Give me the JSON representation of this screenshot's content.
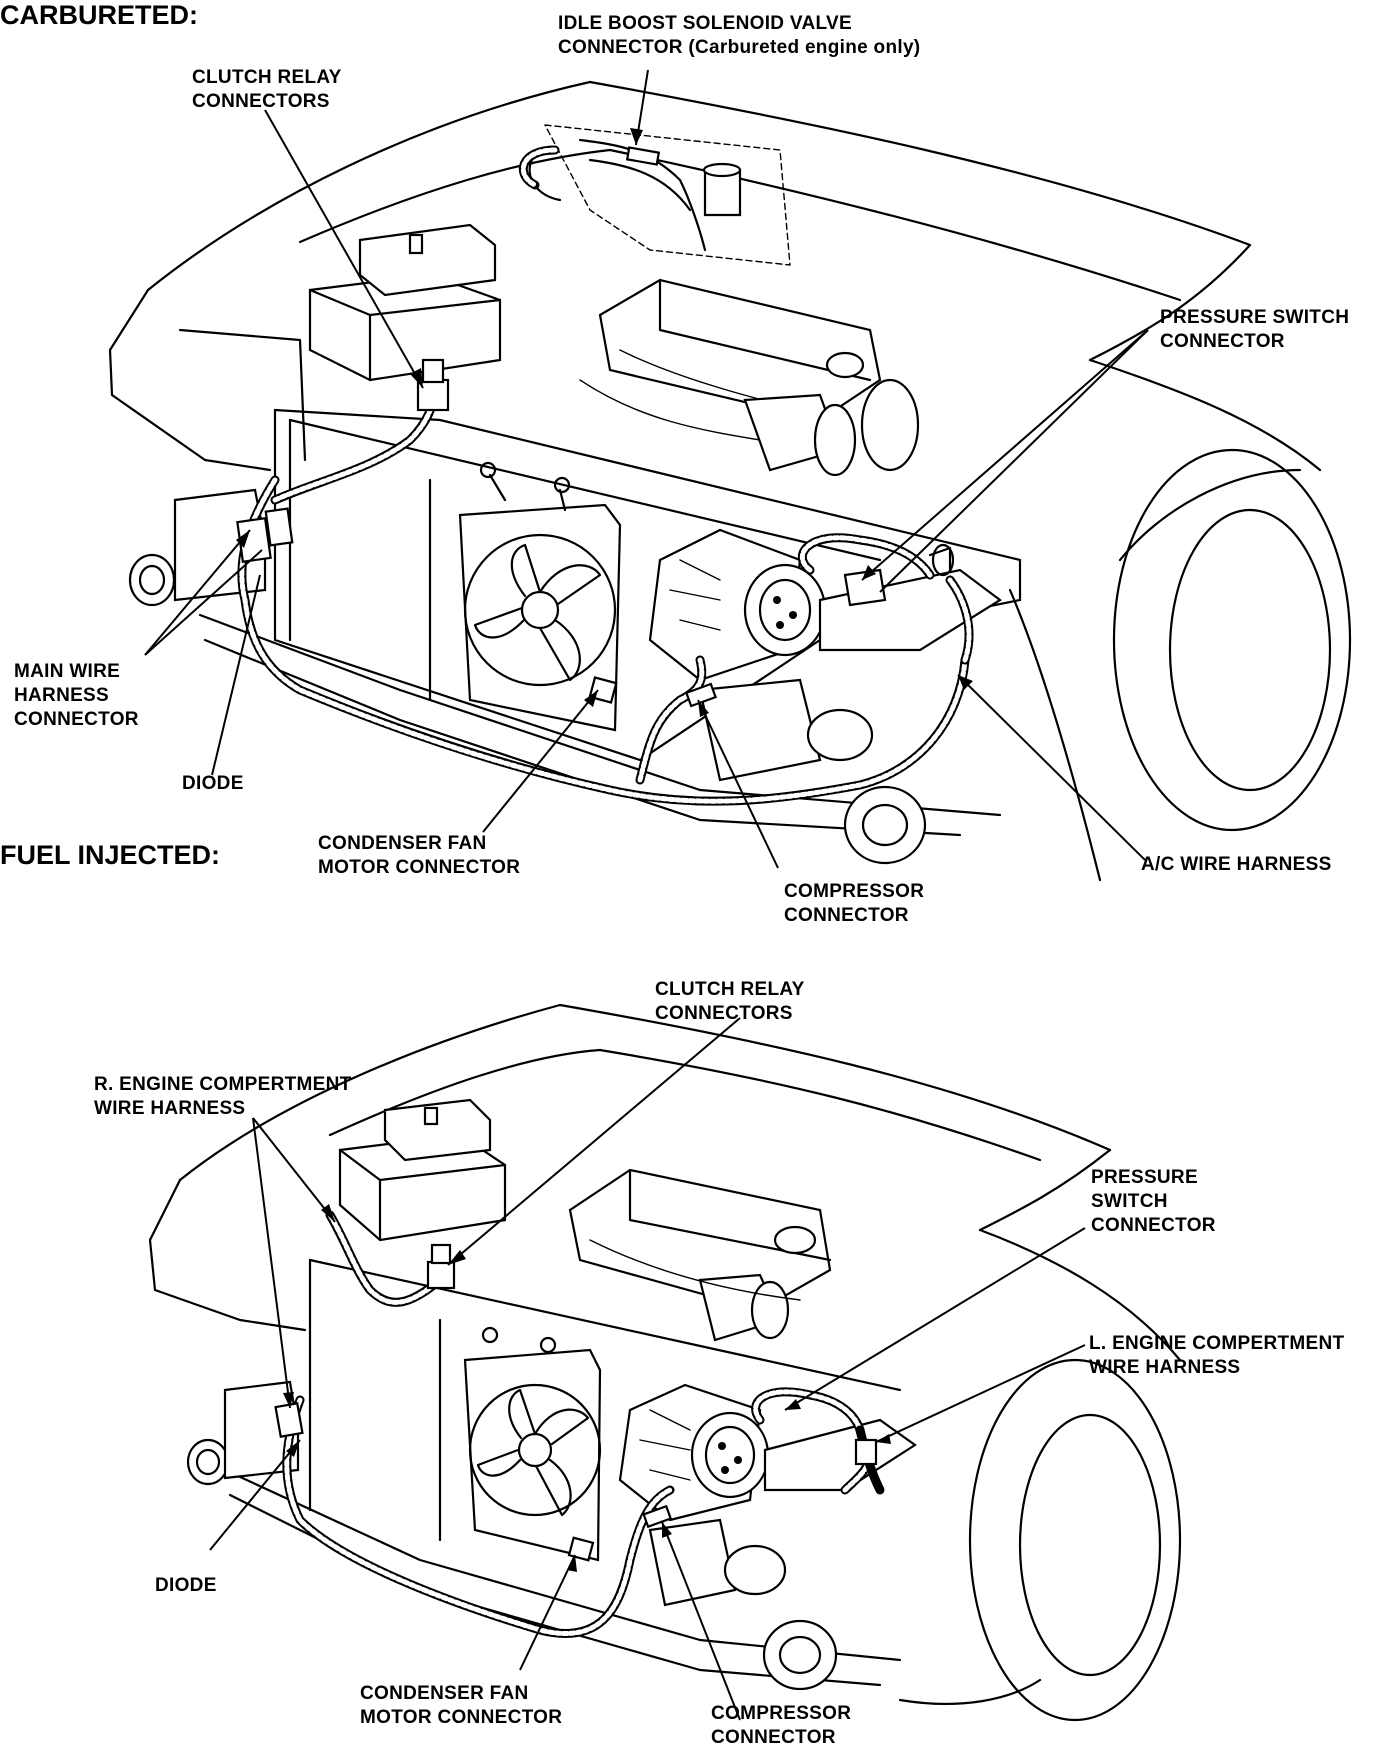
{
  "sections": {
    "carbureted": "CARBURETED:",
    "fuel_injected": "FUEL INJECTED:"
  },
  "top": {
    "idle_boost": [
      "IDLE BOOST SOLENOID VALVE",
      "CONNECTOR (Carbureted engine only)"
    ],
    "clutch_relay": [
      "CLUTCH RELAY",
      "CONNECTORS"
    ],
    "pressure_switch": [
      "PRESSURE SWITCH",
      "CONNECTOR"
    ],
    "main_wire": [
      "MAIN WIRE",
      "HARNESS",
      "CONNECTOR"
    ],
    "diode": "DIODE",
    "condenser_fan": [
      "CONDENSER FAN",
      "MOTOR CONNECTOR"
    ],
    "compressor": [
      "COMPRESSOR",
      "CONNECTOR"
    ],
    "ac_harness": "A/C WIRE HARNESS"
  },
  "bottom": {
    "clutch_relay": [
      "CLUTCH RELAY",
      "CONNECTORS"
    ],
    "r_engine": [
      "R. ENGINE COMPERTMENT",
      "WIRE HARNESS"
    ],
    "pressure_switch": [
      "PRESSURE",
      "SWITCH",
      "CONNECTOR"
    ],
    "l_engine": [
      "L. ENGINE COMPERTMENT",
      "WIRE HARNESS"
    ],
    "diode": "DIODE",
    "condenser_fan": [
      "CONDENSER FAN",
      "MOTOR CONNECTOR"
    ],
    "compressor": [
      "COMPRESSOR",
      "CONNECTOR"
    ]
  }
}
